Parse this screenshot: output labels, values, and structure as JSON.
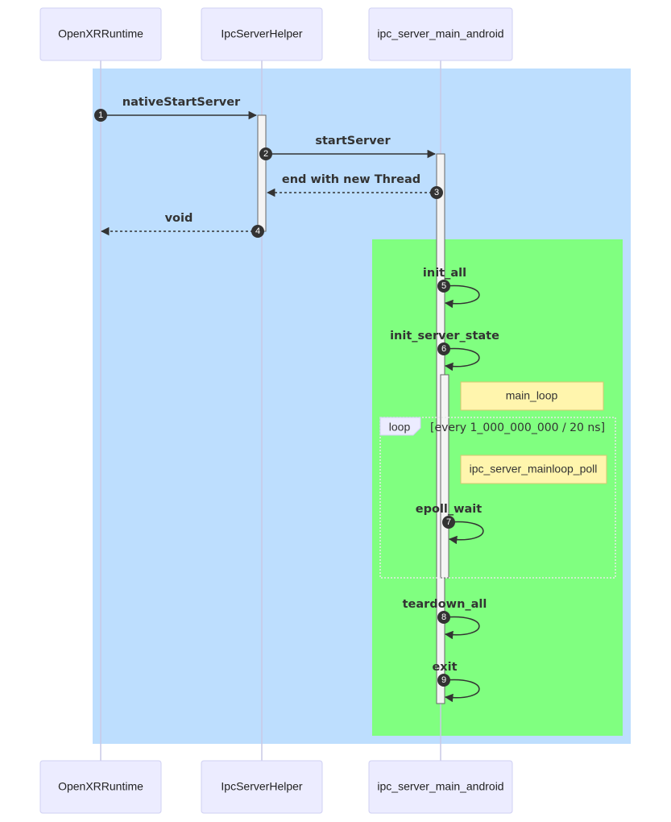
{
  "colors": {
    "outer_rect": "#bddefe",
    "inner_rect": "#80ff80"
  },
  "actors": [
    {
      "id": "openxr",
      "label": "OpenXRRuntime"
    },
    {
      "id": "helper",
      "label": "IpcServerHelper"
    },
    {
      "id": "main",
      "label": "ipc_server_main_android"
    }
  ],
  "messages": [
    {
      "n": "1",
      "label": "nativeStartServer"
    },
    {
      "n": "2",
      "label": "startServer"
    },
    {
      "n": "3",
      "label": "end with new Thread"
    },
    {
      "n": "4",
      "label": "void"
    },
    {
      "n": "5",
      "label": "init_all"
    },
    {
      "n": "6",
      "label": "init_server_state"
    },
    {
      "n": "7",
      "label": "epoll_wait"
    },
    {
      "n": "8",
      "label": "teardown_all"
    },
    {
      "n": "9",
      "label": "exit"
    }
  ],
  "notes": {
    "main_loop": "main_loop",
    "poll": "ipc_server_mainloop_poll"
  },
  "loop": {
    "tag": "loop",
    "condition": "[every 1_000_000_000 / 20 ns]"
  }
}
